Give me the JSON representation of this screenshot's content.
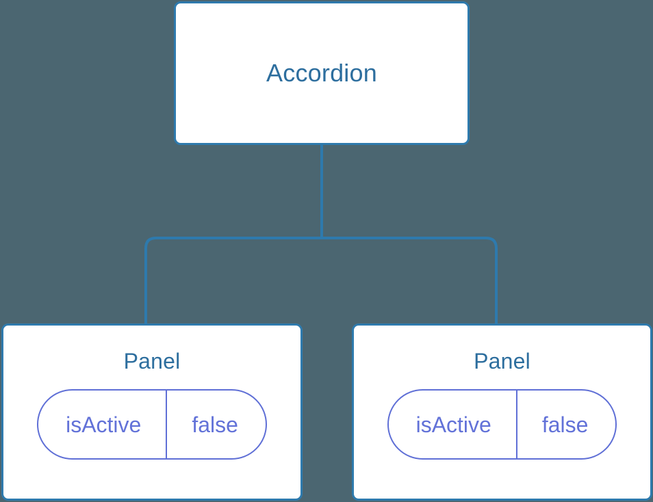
{
  "diagram": {
    "type": "component-tree",
    "background_color": "#4b6671",
    "node_border_color": "#2e7aad",
    "node_title_color": "#2d6e9e",
    "prop_color": "#6272d8",
    "connector_color": "#2e7aad",
    "root": {
      "title": "Accordion"
    },
    "children": [
      {
        "title": "Panel",
        "props": [
          {
            "key": "isActive",
            "value": "false"
          }
        ]
      },
      {
        "title": "Panel",
        "props": [
          {
            "key": "isActive",
            "value": "false"
          }
        ]
      }
    ]
  }
}
